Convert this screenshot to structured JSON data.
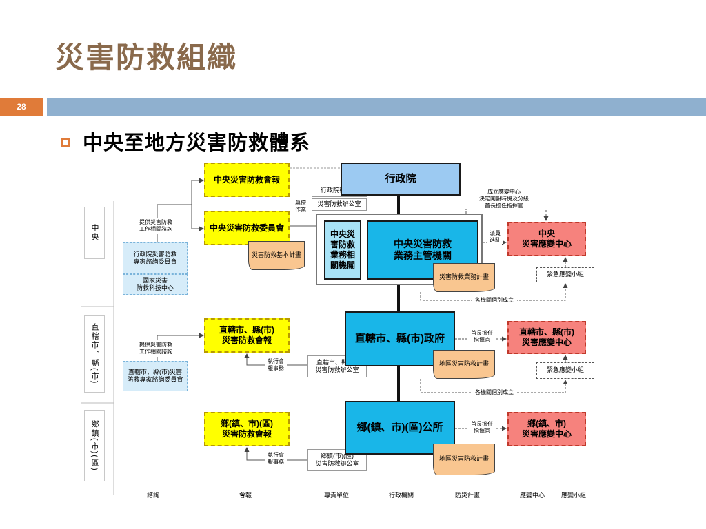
{
  "slide": {
    "title": "災害防救組織",
    "number": "28",
    "bullet": "中央至地方災害防救體系"
  },
  "colors": {
    "title": "#8a6a4c",
    "accent_orange": "#e07b39",
    "header_bar": "#8fb0cf",
    "council_yellow": "#ffff00",
    "agency_cyan": "#19b6e8",
    "eoc_red": "#f6827d",
    "plan_orange": "#f9c690"
  },
  "diagram": {
    "levels": {
      "central": "中央",
      "municipal": "直轄市、縣(市)",
      "township": "鄉鎮(市)(區)"
    },
    "central": {
      "council": "中央災害防救會報",
      "committee": "中央災害防救委員會",
      "staff_work": "幕僚\n作業",
      "ey_secretariat": "行政院秘書處",
      "dp_office": "災害防救辦公室",
      "basic_plan": "災害防救基本計畫",
      "executive_yuan": "行政院",
      "related_agencies": "中央災\n害防救\n業務相\n關機關",
      "competent_agencies": "中央災害防救\n業務主管機關",
      "operation_plan": "災害防救業務計畫",
      "consult_label": "提供災害防救\n工作相關諮詢",
      "expert_committee": "行政院災害防救\n專家諮詢委員會",
      "ncdr": "國家災害\n防救科技中心",
      "setup_note": "成立應變中心\n決定開設時機及分級\n首長擔任指揮官",
      "dispatch": "派員\n進駐",
      "eoc": "中央\n災害應變中心",
      "emergency_team": "緊急應變小組",
      "each_agency": "各機關個別成立"
    },
    "municipal": {
      "council": "直轄市、縣(市)\n災害防救會報",
      "consult_label": "提供災害防救\n工作相關諮詢",
      "expert_committee": "直轄市、縣(市)災害\n防救專家諮詢委員會",
      "exec_affairs": "執行會\n報事務",
      "dp_office": "直轄市、縣(市)\n災害防救辦公室",
      "government": "直轄市、縣(市)政府",
      "local_plan": "地區災害防救計畫",
      "commander": "首長擔任\n指揮官",
      "eoc": "直轄市、縣(市)\n災害應變中心",
      "emergency_team": "緊急應變小組",
      "each_agency": "各機關個別成立"
    },
    "township": {
      "council": "鄉(鎮、市)(區)\n災害防救會報",
      "exec_affairs": "執行會\n報事務",
      "dp_office": "鄉鎮(市)(區)\n災害防救辦公室",
      "office": "鄉(鎮、市)(區)公所",
      "local_plan": "地區災害防救計畫",
      "commander": "首長擔任\n指揮官",
      "eoc": "鄉(鎮、市)\n災害應變中心"
    },
    "legend": [
      "諮詢",
      "會報",
      "專責單位",
      "行政機關",
      "防災計畫",
      "應變中心",
      "應變小組"
    ]
  }
}
